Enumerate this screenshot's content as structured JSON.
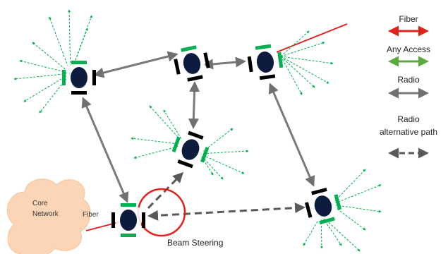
{
  "legend": {
    "fiber": "Fiber",
    "any_access": "Any Access",
    "radio": "Radio",
    "radio_alt_line1": "Radio",
    "radio_alt_line2": "alternative path"
  },
  "cloud": {
    "line1": "Core",
    "line2": "Network"
  },
  "fiber_label": "Fiber",
  "beam_label": "Beam Steering",
  "colors": {
    "fiber": "#e3211c",
    "access": "#5aab3c",
    "radio": "#7a7a7a",
    "alt_path": "#595959",
    "beam": "#00b050",
    "node_body": "#0d1b3e",
    "antenna_black": "#000000",
    "antenna_green": "#00b050",
    "cloud": "#fbd5b5",
    "circle": "#e3211c"
  },
  "icons": [
    "node-icon",
    "cloud-icon",
    "arrow-icon",
    "beam-icon"
  ]
}
